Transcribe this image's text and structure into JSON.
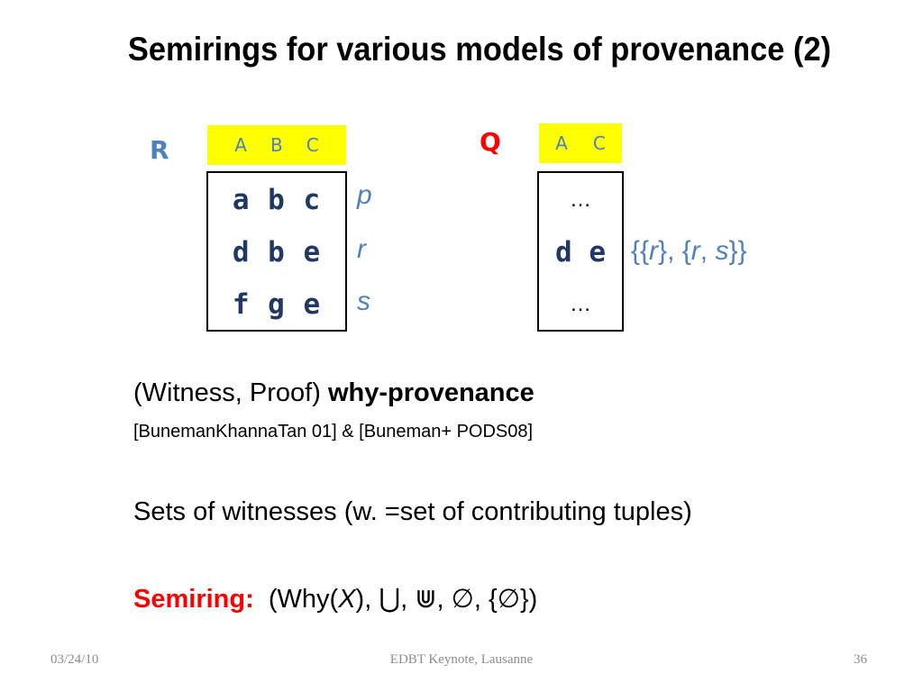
{
  "title": "Semirings for various models of provenance (2)",
  "relation_r": {
    "name": "R",
    "columns": [
      "A",
      "B",
      "C"
    ],
    "rows": [
      {
        "tuple": "a b c",
        "annotation": "p"
      },
      {
        "tuple": "d b e",
        "annotation": "r"
      },
      {
        "tuple": "f g e",
        "annotation": "s"
      }
    ]
  },
  "relation_q": {
    "name": "Q",
    "columns": [
      "A",
      "C"
    ],
    "rows": [
      "…",
      "d e",
      "…"
    ],
    "annotation": {
      "open": "{{",
      "r": "r",
      "mid": "}, {",
      "r2": "r",
      "comma": ", ",
      "s": "s",
      "close": "}}"
    }
  },
  "body": {
    "line1_prefix": "(Witness, Proof) ",
    "line1_bold": "why-provenance",
    "line2": "[BunemanKhannaTan 01] & [Buneman+ PODS08]",
    "line3": "Sets of witnesses (w. =set of contributing tuples)",
    "semiring_label": "Semiring:",
    "semiring_prefix": "(Why(",
    "semiring_var": "X",
    "semiring_suffix": "), ⋃, ⋓, ∅, {∅})"
  },
  "footer": {
    "date": "03/24/10",
    "center": "EDBT Keynote, Lausanne",
    "page": "36"
  },
  "colors": {
    "accent_blue": "#4f81bd",
    "red": "#ff0000",
    "header_yellow": "#ffff00",
    "tuple_navy": "#1f3864"
  }
}
